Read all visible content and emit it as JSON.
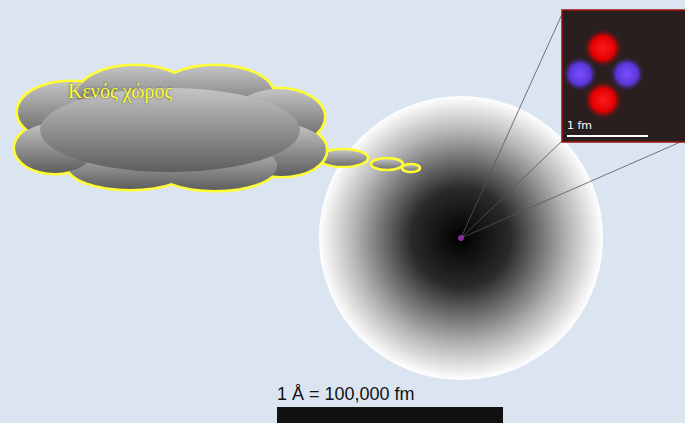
{
  "diagram": {
    "nodes": [
      {
        "text": [
          "Κενός χώρος"
        ]
      }
    ],
    "labels": [
      "1 fm",
      "1 Å = 100,000 fm"
    ]
  }
}
